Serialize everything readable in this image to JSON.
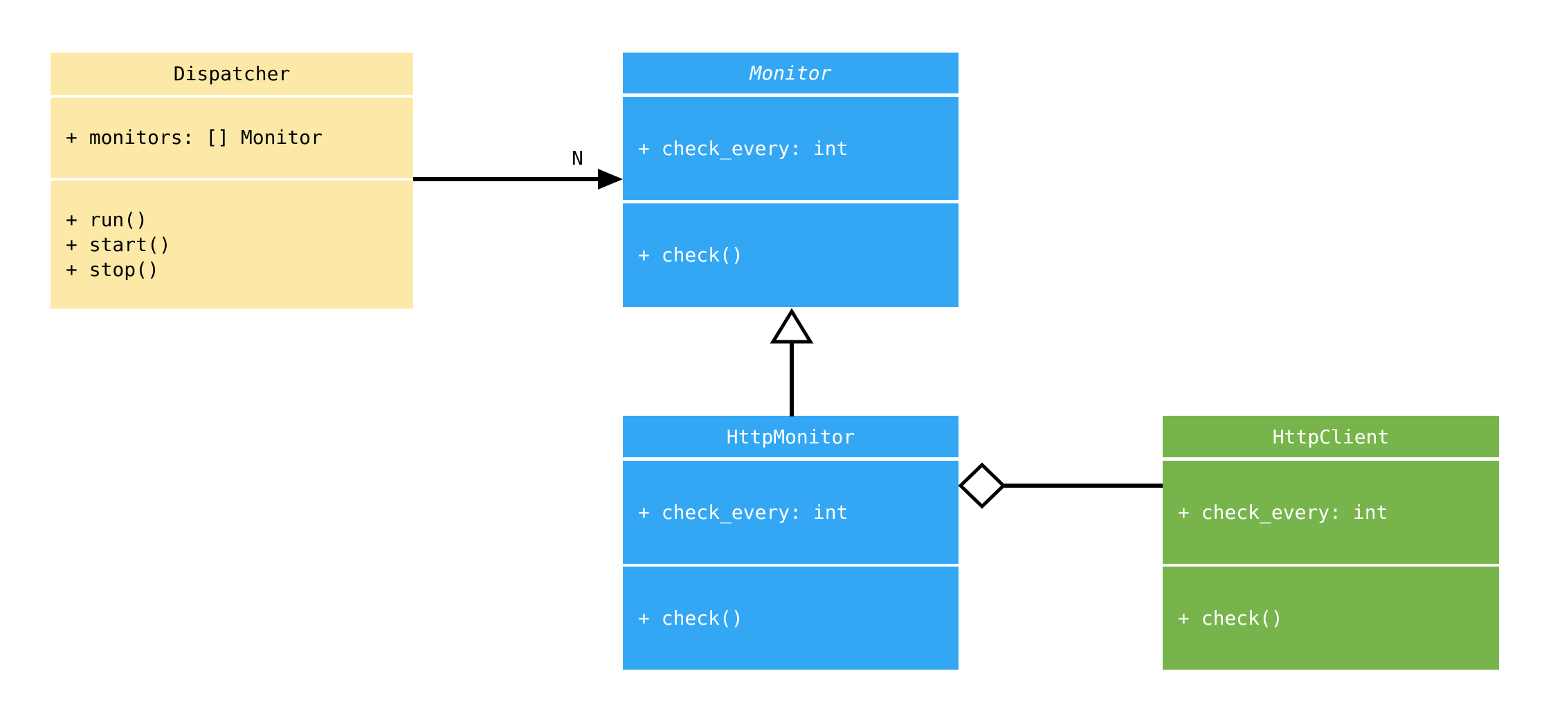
{
  "diagram": {
    "type": "uml-class-diagram",
    "background_color": "#ffffff",
    "classes": {
      "dispatcher": {
        "name": "Dispatcher",
        "abstract": false,
        "fill": "#FCE9A8",
        "text_color": "#000000",
        "attributes": [
          "+ monitors: [] Monitor"
        ],
        "methods": [
          "+ run()",
          "+ start()",
          "+ stop()"
        ]
      },
      "monitor": {
        "name": "Monitor",
        "abstract": true,
        "fill": "#34A7F4",
        "text_color": "#ffffff",
        "attributes": [
          "+ check_every: int"
        ],
        "methods": [
          "+ check()"
        ]
      },
      "http_monitor": {
        "name": "HttpMonitor",
        "abstract": false,
        "fill": "#34A7F4",
        "text_color": "#ffffff",
        "attributes": [
          "+ check_every: int"
        ],
        "methods": [
          "+ check()"
        ]
      },
      "http_client": {
        "name": "HttpClient",
        "abstract": false,
        "fill": "#77B54C",
        "text_color": "#ffffff",
        "attributes": [
          "+ check_every: int"
        ],
        "methods": [
          "+ check()"
        ]
      }
    },
    "relations": [
      {
        "from": "Dispatcher",
        "to": "Monitor",
        "type": "association-arrow",
        "label": "N"
      },
      {
        "from": "HttpMonitor",
        "to": "Monitor",
        "type": "inheritance",
        "label": ""
      },
      {
        "from": "HttpMonitor",
        "to": "HttpClient",
        "type": "aggregation",
        "label": ""
      }
    ],
    "line_color": "#000000"
  }
}
